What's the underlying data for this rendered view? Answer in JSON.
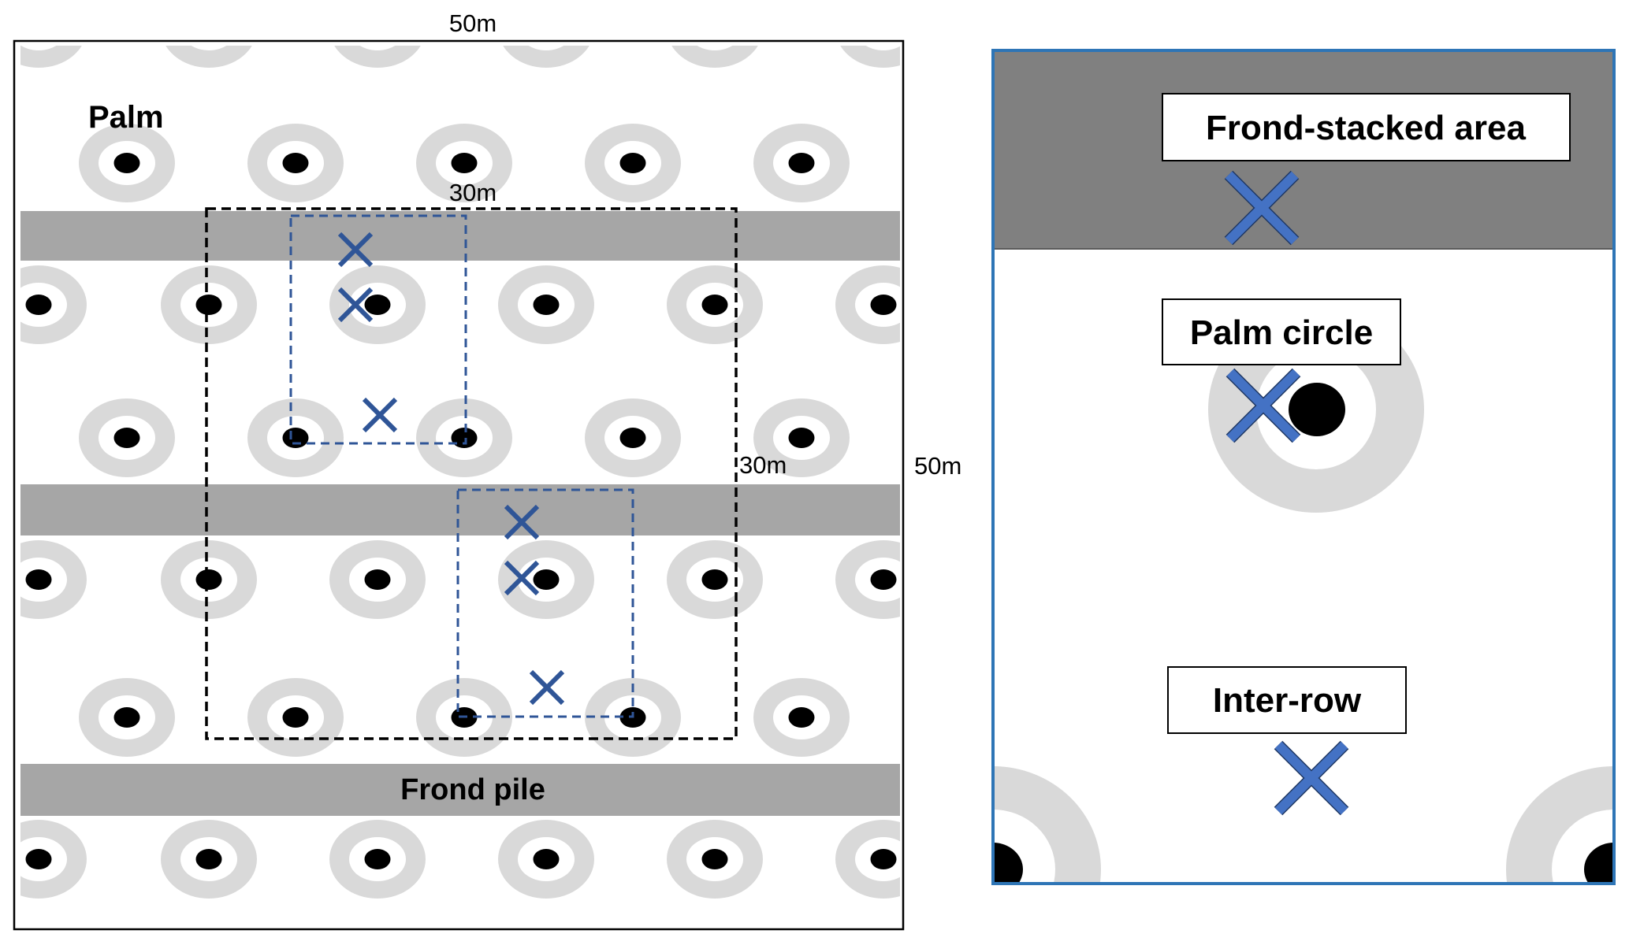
{
  "figure": {
    "left_panel": {
      "name": "plantation-plot-layout",
      "labels": {
        "palm": "Palm",
        "frond_pile": "Frond pile",
        "width_outer": "50m",
        "height_outer": "50m",
        "width_inner": "30m",
        "height_inner": "30m"
      },
      "plot_size_m": 50,
      "inner_plot_size_m": 30,
      "band_count": 3,
      "subplots": [
        {
          "name": "upper-subplot",
          "markers": [
            "frond-pile",
            "palm-circle",
            "inter-row"
          ]
        },
        {
          "name": "lower-subplot",
          "markers": [
            "frond-pile",
            "palm-circle",
            "inter-row"
          ]
        }
      ]
    },
    "right_panel": {
      "name": "sampling-positions-detail",
      "labels": {
        "frond_stacked": "Frond-stacked area",
        "palm_circle": "Palm circle",
        "inter_row": "Inter-row"
      }
    },
    "colors": {
      "band": "#a6a6a6",
      "frond_stacked": "#808080",
      "palm_ring": "#d9d9d9",
      "palm_trunk": "#000000",
      "marker_left": "#2f5597",
      "marker_right": "#4472c4",
      "subplot_border": "#2f5597",
      "detail_border": "#2e75b6"
    }
  }
}
